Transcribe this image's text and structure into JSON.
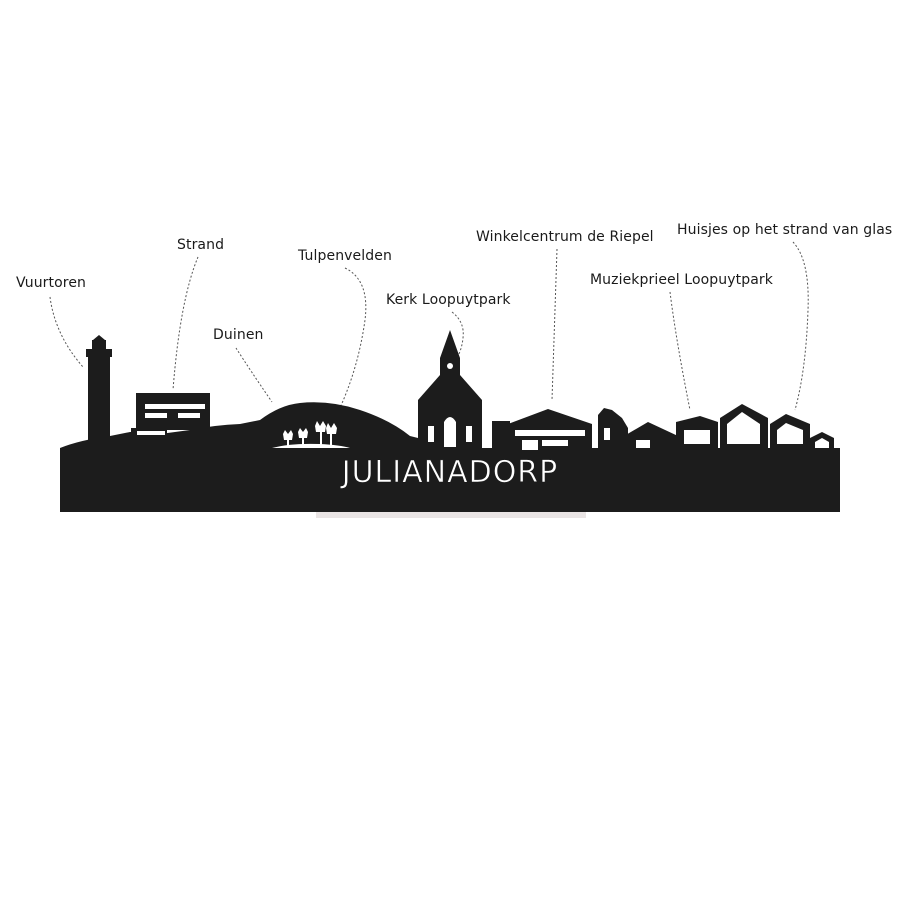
{
  "labels": {
    "vuurtoren": "Vuurtoren",
    "strand": "Strand",
    "duinen": "Duinen",
    "tulpenvelden": "Tulpenvelden",
    "kerk": "Kerk Loopuytpark",
    "winkelcentrum": "Winkelcentrum de Riepel",
    "muziekprieel": "Muziekprieel Loopuytpark",
    "huisjes": "Huisjes op het strand van glas"
  },
  "city_name": "JULIANADORP",
  "colors": {
    "silhouette": "#1c1c1c",
    "leader_line": "#555555",
    "background": "#ffffff",
    "stand": "#e9e4e4"
  }
}
